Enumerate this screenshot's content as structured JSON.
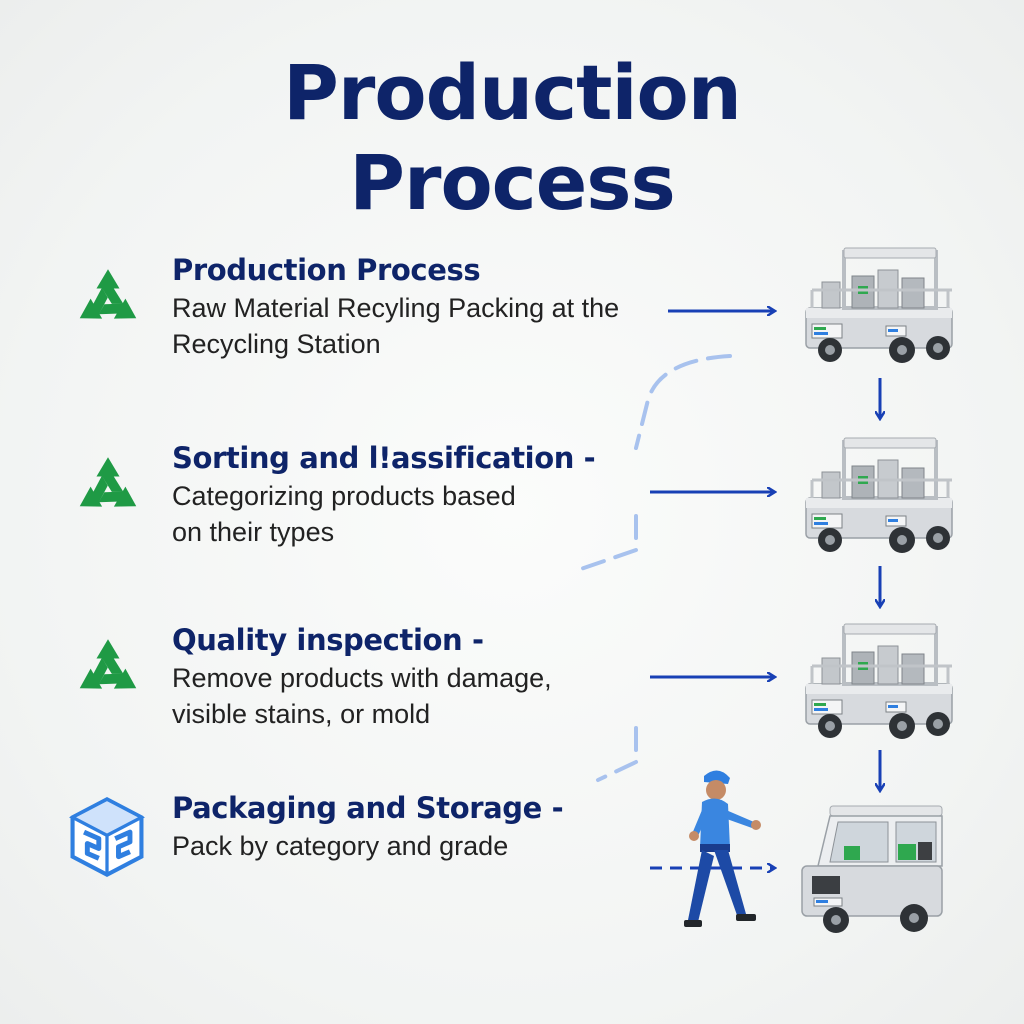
{
  "title_line1": "Production",
  "title_line2": "Process",
  "colors": {
    "title_navy": "#0e2469",
    "recycle_green": "#1f9a45",
    "arrow_blue": "#1840b5",
    "dashed_light_blue": "#a8c2ee",
    "vehicle_gray": "#d7dade",
    "box_blue": "#2f7fe0"
  },
  "steps": [
    {
      "icon": "recycle-icon",
      "heading": "Production Process",
      "description": "Raw Material Recyling Packing at the\nRecycling Station"
    },
    {
      "icon": "recycle-icon",
      "heading": "Sorting and l!assification -",
      "description": "Categorizing products based\non their types"
    },
    {
      "icon": "recycle-icon",
      "heading": "Quality inspection -",
      "description": "Remove products with damage,\nvisible stains, or mold"
    },
    {
      "icon": "package-cube-icon",
      "heading": "Packaging and Storage -",
      "description": "Pack by category and grade"
    }
  ],
  "illustrations": {
    "vehicles": [
      "cargo-vehicle-icon",
      "cargo-vehicle-icon",
      "cargo-vehicle-icon",
      "delivery-vehicle-icon"
    ],
    "worker": "worker-figure-icon"
  }
}
